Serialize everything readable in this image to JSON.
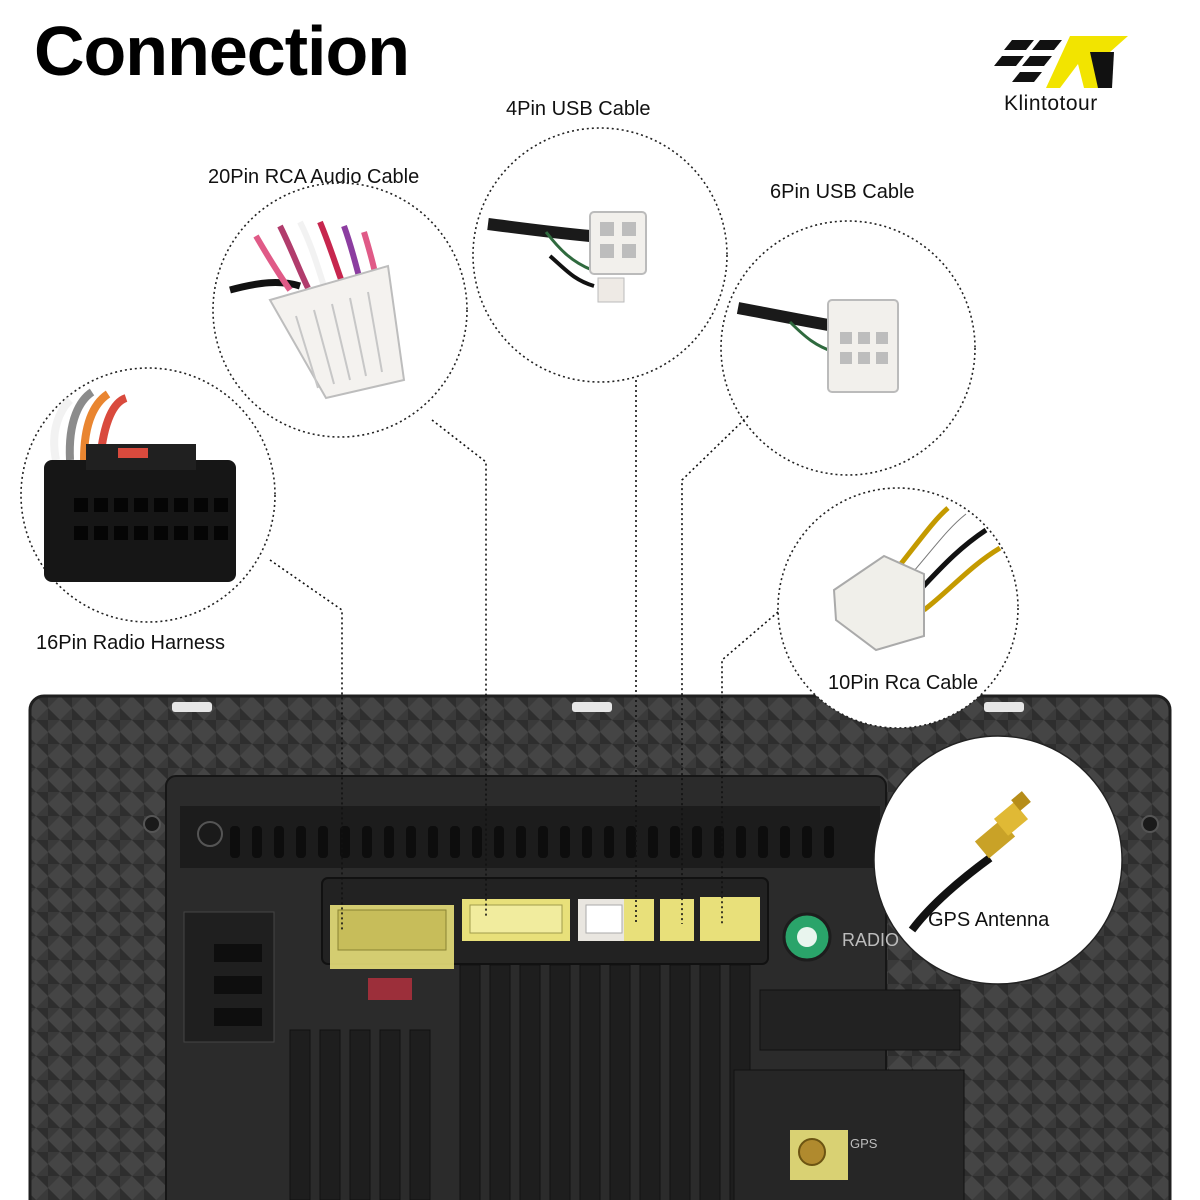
{
  "title": "Connection",
  "brand": "Klintotour",
  "labels": {
    "usb4": "4Pin USB Cable",
    "rca20": "20Pin RCA Audio Cable",
    "usb6": "6Pin USB Cable",
    "harness16": "16Pin Radio Harness",
    "rca10": "10Pin Rca Cable",
    "gps": "GPS Antenna"
  },
  "unit_text": {
    "radio": "RADIO",
    "gps_port": "GPS"
  },
  "colors": {
    "unit_body": "#3a3a3a",
    "highlight": "#e8e07a",
    "radio_port": "#2aa46a",
    "logo_yellow": "#f2e400",
    "gold": "#c9a227"
  }
}
